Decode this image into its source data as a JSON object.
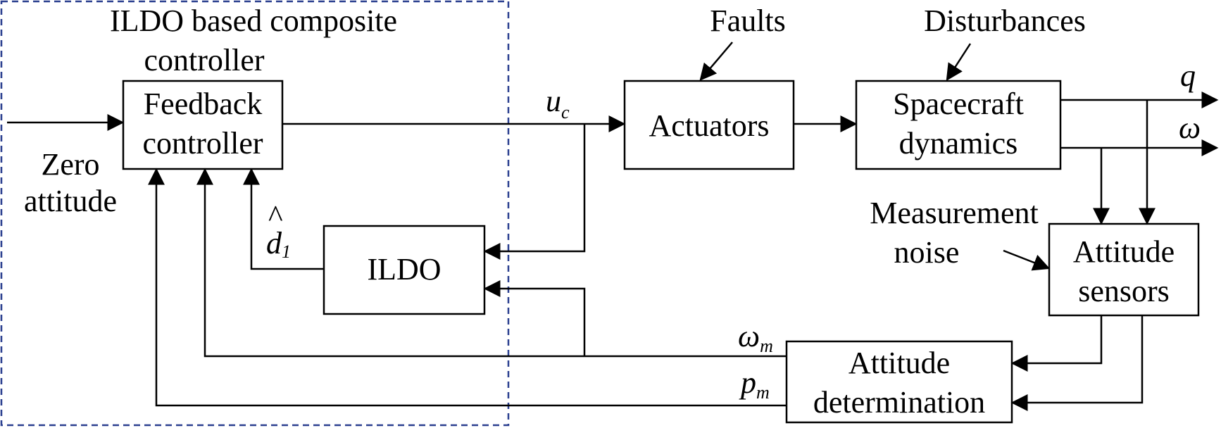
{
  "composite": {
    "line1": "ILDO based composite",
    "line2": "controller"
  },
  "input": {
    "line1": "Zero",
    "line2": "attitude"
  },
  "blocks": {
    "feedback": {
      "line1": "Feedback",
      "line2": "controller"
    },
    "ildo": {
      "label": "ILDO"
    },
    "actuators": {
      "label": "Actuators"
    },
    "spacecraft": {
      "line1": "Spacecraft",
      "line2": "dynamics"
    },
    "sensors": {
      "line1": "Attitude",
      "line2": "sensors"
    },
    "determination": {
      "line1": "Attitude",
      "line2": "determination"
    }
  },
  "inputs": {
    "faults": "Faults",
    "disturbances": "Disturbances",
    "noise": {
      "line1": "Measurement",
      "line2": "noise"
    }
  },
  "signals": {
    "uc": {
      "base": "u",
      "sub": "c"
    },
    "d1": {
      "hat": "^",
      "base": "d",
      "sub": "1"
    },
    "q": "q",
    "omega": "ω",
    "omega_m": {
      "base": "ω",
      "sub": "m"
    },
    "p_m": {
      "base": "p",
      "sub": "m"
    }
  }
}
